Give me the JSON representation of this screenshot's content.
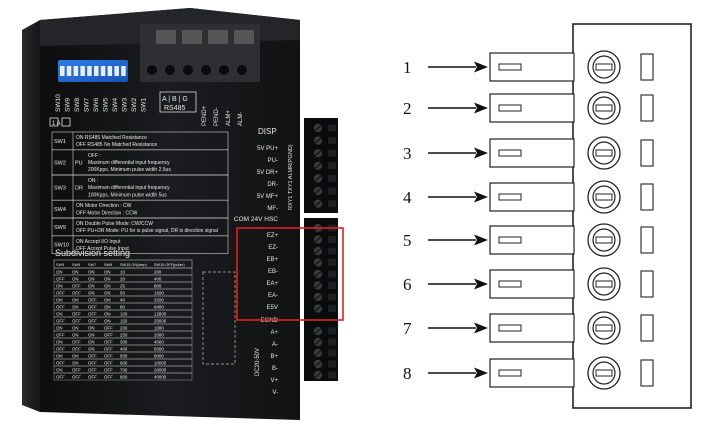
{
  "device": {
    "sw_labels": [
      "SW10",
      "SW9",
      "SW8",
      "SW7",
      "SW6",
      "SW5",
      "SW4",
      "SW3",
      "SW2",
      "SW1"
    ],
    "abg": "A | B | G",
    "rs485": "RS485",
    "top_terms": [
      "PEND+",
      "PEND-",
      "ALM+",
      "ALM-"
    ],
    "icons_label": "1  A",
    "disp": "DISP",
    "config_rows": [
      {
        "sw": "SW1",
        "code": "",
        "lines": [
          "ON  RS485 Matched Resistance",
          "OFF RS485 No Matched Resistance"
        ]
      },
      {
        "sw": "SW2",
        "code": "PU",
        "lines": [
          "OFF :",
          "Maximum differential input frequency",
          "200Kpps, Minimum pulse width 2.5us"
        ]
      },
      {
        "sw": "SW3",
        "code": "DR",
        "lines": [
          "ON :",
          "Maximum differential input frequency",
          "100Kpps, Minimum pulse width 5us"
        ]
      },
      {
        "sw": "SW4",
        "code": "",
        "lines": [
          "ON  Motor Direction : CW",
          "OFF Motor Direction : CCW"
        ]
      },
      {
        "sw": "SW9",
        "code": "",
        "lines": [
          "ON  Double Pulse Mode: CW/CCW",
          "OFF PU+DR Mode: PU for is pulse signal, DR is direction signal"
        ]
      },
      {
        "sw": "SW10",
        "code": "",
        "lines": [
          "ON  Accept I/O Input",
          "OFF Accept Pulse Input"
        ]
      }
    ],
    "subdivision_title": "Subdivision setting",
    "sub_headers": [
      "SW5",
      "SW6",
      "SW7",
      "SW8",
      "SW15 ON(step)",
      "SW10 OFF(pulse)"
    ],
    "sub_rows": [
      [
        "ON",
        "ON",
        "ON",
        "ON",
        "10",
        "200"
      ],
      [
        "OFF",
        "ON",
        "ON",
        "ON",
        "20",
        "400"
      ],
      [
        "ON",
        "OFF",
        "ON",
        "ON",
        "25",
        "800"
      ],
      [
        "OFF",
        "OFF",
        "ON",
        "ON",
        "50",
        "1600"
      ],
      [
        "ON",
        "ON",
        "OFF",
        "ON",
        "40",
        "3200"
      ],
      [
        "OFF",
        "ON",
        "OFF",
        "ON",
        "80",
        "6400"
      ],
      [
        "ON",
        "OFF",
        "OFF",
        "ON",
        "100",
        "12800"
      ],
      [
        "OFF",
        "OFF",
        "OFF",
        "ON",
        "150",
        "25600"
      ],
      [
        "ON",
        "ON",
        "ON",
        "OFF",
        "200",
        "1000"
      ],
      [
        "OFF",
        "ON",
        "ON",
        "OFF",
        "250",
        "2000"
      ],
      [
        "ON",
        "OFF",
        "ON",
        "OFF",
        "300",
        "4000"
      ],
      [
        "OFF",
        "OFF",
        "ON",
        "OFF",
        "400",
        "5000"
      ],
      [
        "ON",
        "ON",
        "OFF",
        "OFF",
        "500",
        "8000"
      ],
      [
        "OFF",
        "ON",
        "OFF",
        "OFF",
        "600",
        "10000"
      ],
      [
        "ON",
        "OFF",
        "OFF",
        "OFF",
        "700",
        "20000"
      ],
      [
        "OFF",
        "OFF",
        "OFF",
        "OFF",
        "800",
        "40000"
      ]
    ],
    "side_rail_text": "RXY1 TXY1 ALMR(PGND)",
    "voltage_rail_text": "DC20-50V",
    "side_labels": [
      "5V PU+",
      "PU-",
      "5V DR+",
      "DR-",
      "5V MF+",
      "MF-",
      "COM 24V HSC",
      "EZ+",
      "EZ-",
      "EB+",
      "EB-",
      "EA+",
      "EA-",
      "E5V",
      "EGND",
      "A+",
      "A-",
      "B+",
      "B-",
      "V+",
      "V-"
    ]
  },
  "highlight_color": "#e02020",
  "terminal": {
    "pins": [
      "1",
      "2",
      "3",
      "4",
      "5",
      "6",
      "7",
      "8"
    ]
  }
}
